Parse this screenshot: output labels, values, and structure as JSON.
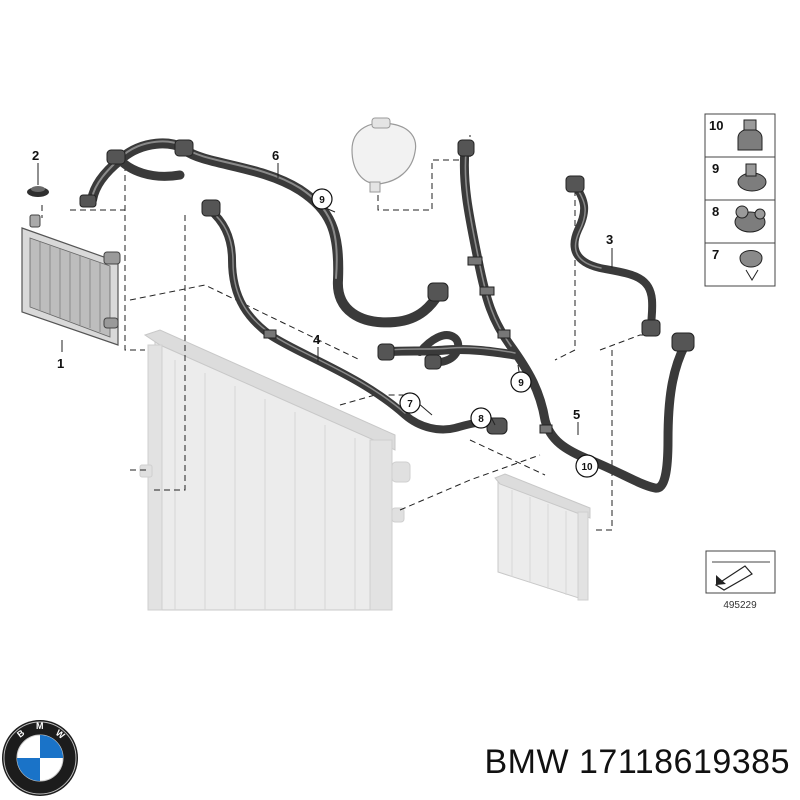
{
  "callouts": {
    "c1": "1",
    "c2": "2",
    "c3": "3",
    "c4": "4",
    "c5": "5",
    "c6": "6"
  },
  "circled": {
    "a": "9",
    "b": "7",
    "c": "8",
    "d": "9",
    "e": "10"
  },
  "legend": [
    "10",
    "9",
    "8",
    "7"
  ],
  "reference_number": "495229",
  "brand": {
    "name": "BMW",
    "part_number": "17118619385",
    "logo_colors": {
      "ring": "#1c1c1c",
      "blue": "#1a73c8",
      "white": "#ffffff"
    }
  }
}
